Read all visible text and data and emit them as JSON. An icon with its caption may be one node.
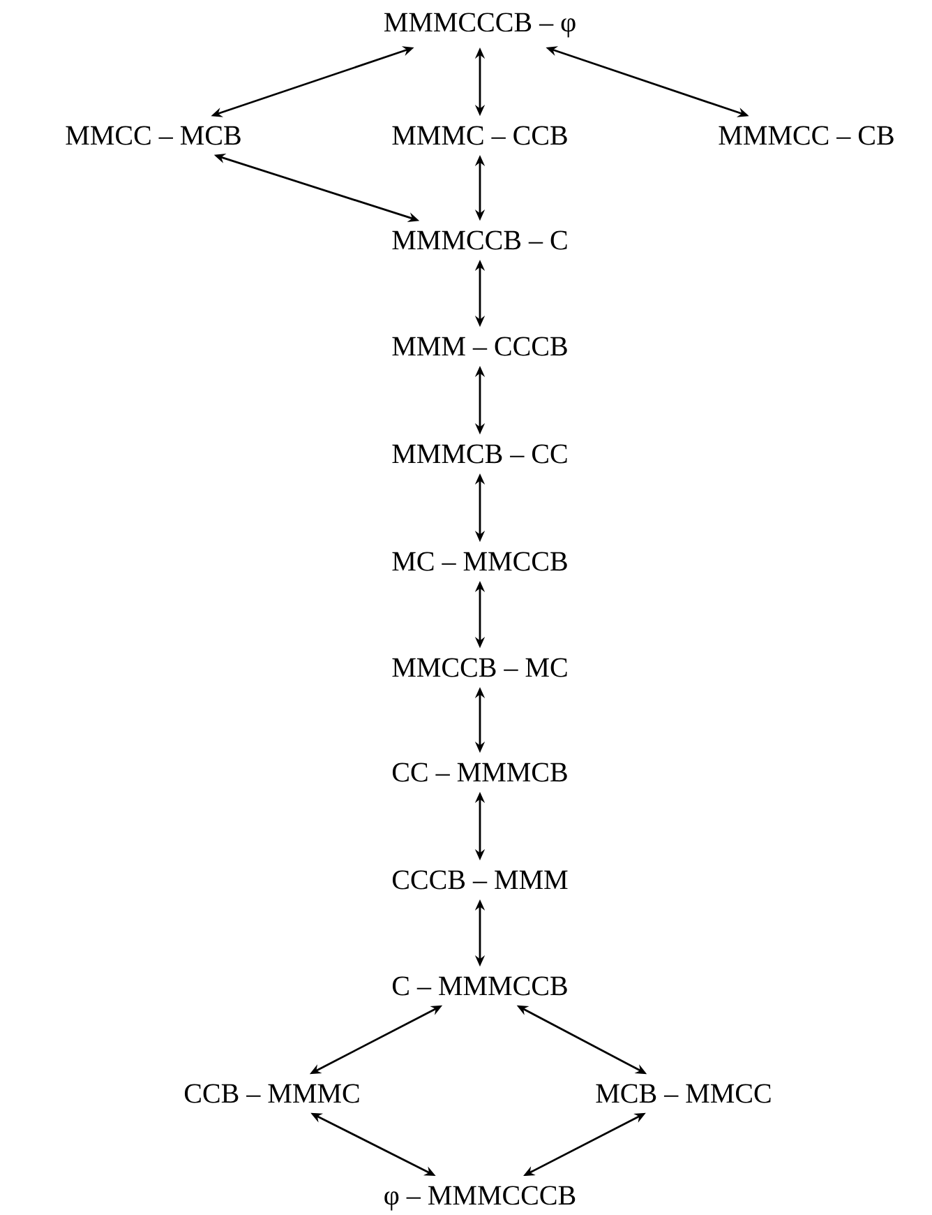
{
  "diagram": {
    "nodes": [
      {
        "text": [
          "MMMCCCB – φ"
        ]
      },
      {
        "text": [
          "MMCC – MCB"
        ]
      },
      {
        "text": [
          "MMMC – CCB"
        ]
      },
      {
        "text": [
          "MMMCC – CB"
        ]
      },
      {
        "text": [
          "MMMCCB – C"
        ]
      },
      {
        "text": [
          "MMM – CCCB"
        ]
      },
      {
        "text": [
          "MMMCB – CC"
        ]
      },
      {
        "text": [
          "MC – MMCCB"
        ]
      },
      {
        "text": [
          "MMCCB – MC"
        ]
      },
      {
        "text": [
          "CC – MMMCB"
        ]
      },
      {
        "text": [
          "CCCB – MMM"
        ]
      },
      {
        "text": [
          "C – MMMCCB"
        ]
      },
      {
        "text": [
          "CCB – MMMC"
        ]
      },
      {
        "text": [
          "MCB – MMCC"
        ]
      },
      {
        "text": [
          "φ – MMMCCCB"
        ]
      }
    ],
    "edges": [
      {
        "from": 0,
        "to": 1,
        "arrow": "both"
      },
      {
        "from": 0,
        "to": 2,
        "arrow": "both"
      },
      {
        "from": 0,
        "to": 3,
        "arrow": "both"
      },
      {
        "from": 1,
        "to": 4,
        "arrow": "both"
      },
      {
        "from": 2,
        "to": 4,
        "arrow": "both"
      },
      {
        "from": 4,
        "to": 5,
        "arrow": "both"
      },
      {
        "from": 5,
        "to": 6,
        "arrow": "both"
      },
      {
        "from": 6,
        "to": 7,
        "arrow": "both"
      },
      {
        "from": 7,
        "to": 8,
        "arrow": "both"
      },
      {
        "from": 8,
        "to": 9,
        "arrow": "both"
      },
      {
        "from": 9,
        "to": 10,
        "arrow": "both"
      },
      {
        "from": 10,
        "to": 11,
        "arrow": "both"
      },
      {
        "from": 11,
        "to": 12,
        "arrow": "both"
      },
      {
        "from": 11,
        "to": 13,
        "arrow": "both"
      },
      {
        "from": 12,
        "to": 14,
        "arrow": "both"
      },
      {
        "from": 13,
        "to": 14,
        "arrow": "both"
      }
    ]
  }
}
